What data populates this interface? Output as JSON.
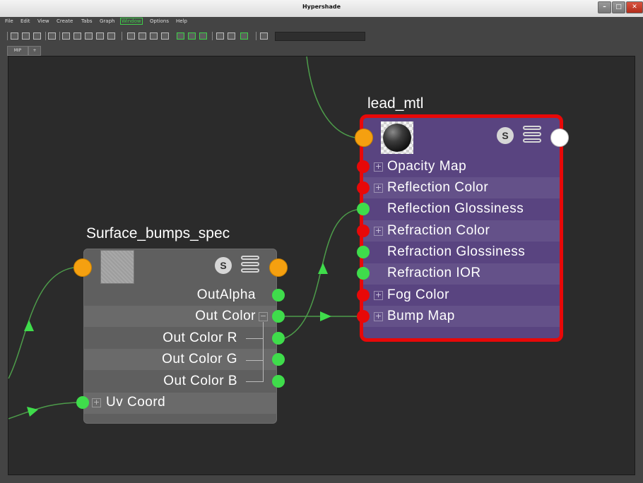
{
  "window": {
    "title": "Hypershade"
  },
  "menu": [
    "File",
    "Edit",
    "View",
    "Create",
    "Tabs",
    "Graph",
    "Window",
    "Options",
    "Help"
  ],
  "tabs": [
    "MIP",
    "+"
  ],
  "nodes": {
    "surface": {
      "title": "Surface_bumps_spec",
      "s_label": "S",
      "outputs": [
        "OutAlpha",
        "Out Color",
        "Out Color R",
        "Out Color G",
        "Out Color B"
      ],
      "input": "Uv Coord"
    },
    "lead": {
      "title": "lead_mtl",
      "s_label": "S",
      "attributes": [
        "Opacity Map",
        "Reflection Color",
        "Reflection Glossiness",
        "Refraction Color",
        "Refraction Glossiness",
        "Refraction IOR",
        "Fog Color",
        "Bump Map"
      ]
    }
  },
  "colors": {
    "canvas": "#2b2b2b",
    "material_node": "#594480",
    "selection_border": "#e80808",
    "plug_green": "#3fdc4b",
    "plug_orange": "#f5a010",
    "wire": "#4d9c4a"
  }
}
